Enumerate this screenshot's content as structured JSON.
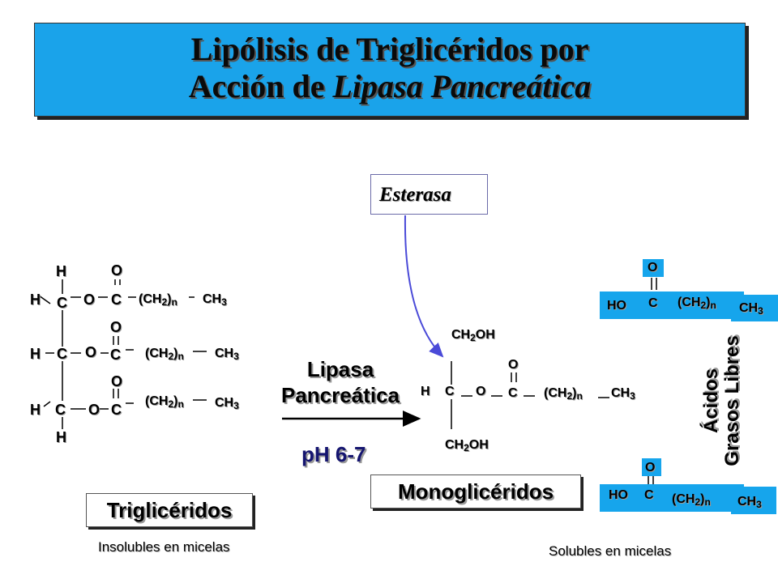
{
  "title": {
    "line1": "Lipólisis de Triglicéridos por",
    "line2_prefix": "Acción de ",
    "line2_italic": "Lipasa Pancreática"
  },
  "enzymes": {
    "esterasa": "Esterasa",
    "lipasa_line1": "Lipasa",
    "lipasa_line2": "Pancreática",
    "ph": "pH 6-7"
  },
  "labels": {
    "trigliceridos": "Triglicéridos",
    "monogliceridos": "Monoglicéridos",
    "insolubles": "Insolubles en micelas",
    "solubles": "Solubles en micelas",
    "acidos_line1": "Ácidos",
    "acidos_line2": "Grasos Libres"
  },
  "atoms": {
    "H": "H",
    "C": "C",
    "O": "O",
    "HO": "HO",
    "CH": "CH",
    "n": "n",
    "CH2_main": "(CH",
    "CH2_close": ")",
    "sub2": "2",
    "sub3": "3",
    "OH": "OH"
  },
  "colors": {
    "title_bg": "#1aa3ea",
    "acid_bg": "#16a5ec",
    "ph_text": "#151570",
    "arrow_curve": "#4a4ad8"
  }
}
